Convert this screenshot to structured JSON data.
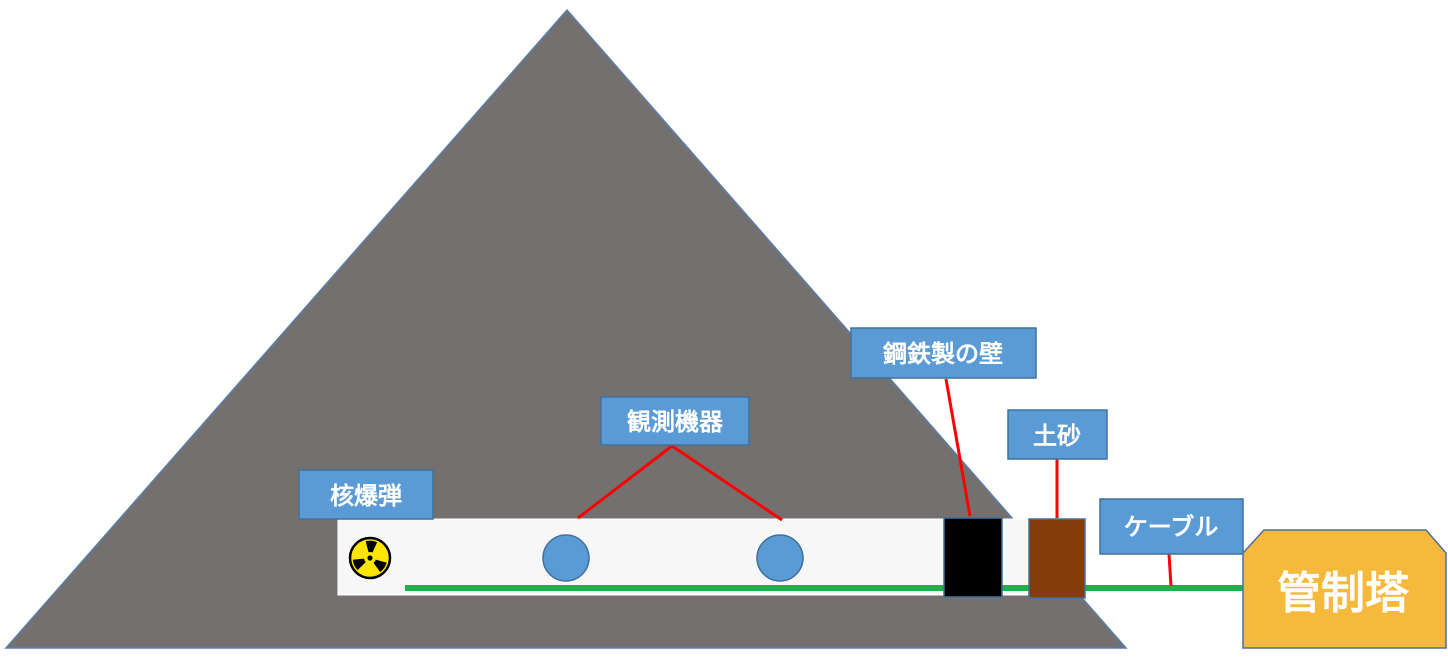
{
  "labels": {
    "bomb": "核爆弾",
    "instruments": "観測機器",
    "steel_wall": "鋼鉄製の壁",
    "soil": "土砂",
    "cable": "ケーブル",
    "control_tower": "管制塔"
  },
  "icons": {
    "bomb": "radiation-hazard-icon"
  },
  "colors": {
    "mountain": "#747070",
    "tunnel": "#f7f7f7",
    "label_bg": "#5b9bd5",
    "label_border": "#41719c",
    "leader_line": "#ff0000",
    "cable": "#1fb04b",
    "instrument": "#5b9bd5",
    "steel_wall": "#000000",
    "soil": "#843c0c",
    "tower": "#f6b93b",
    "radiation_yellow": "#ffe600"
  }
}
